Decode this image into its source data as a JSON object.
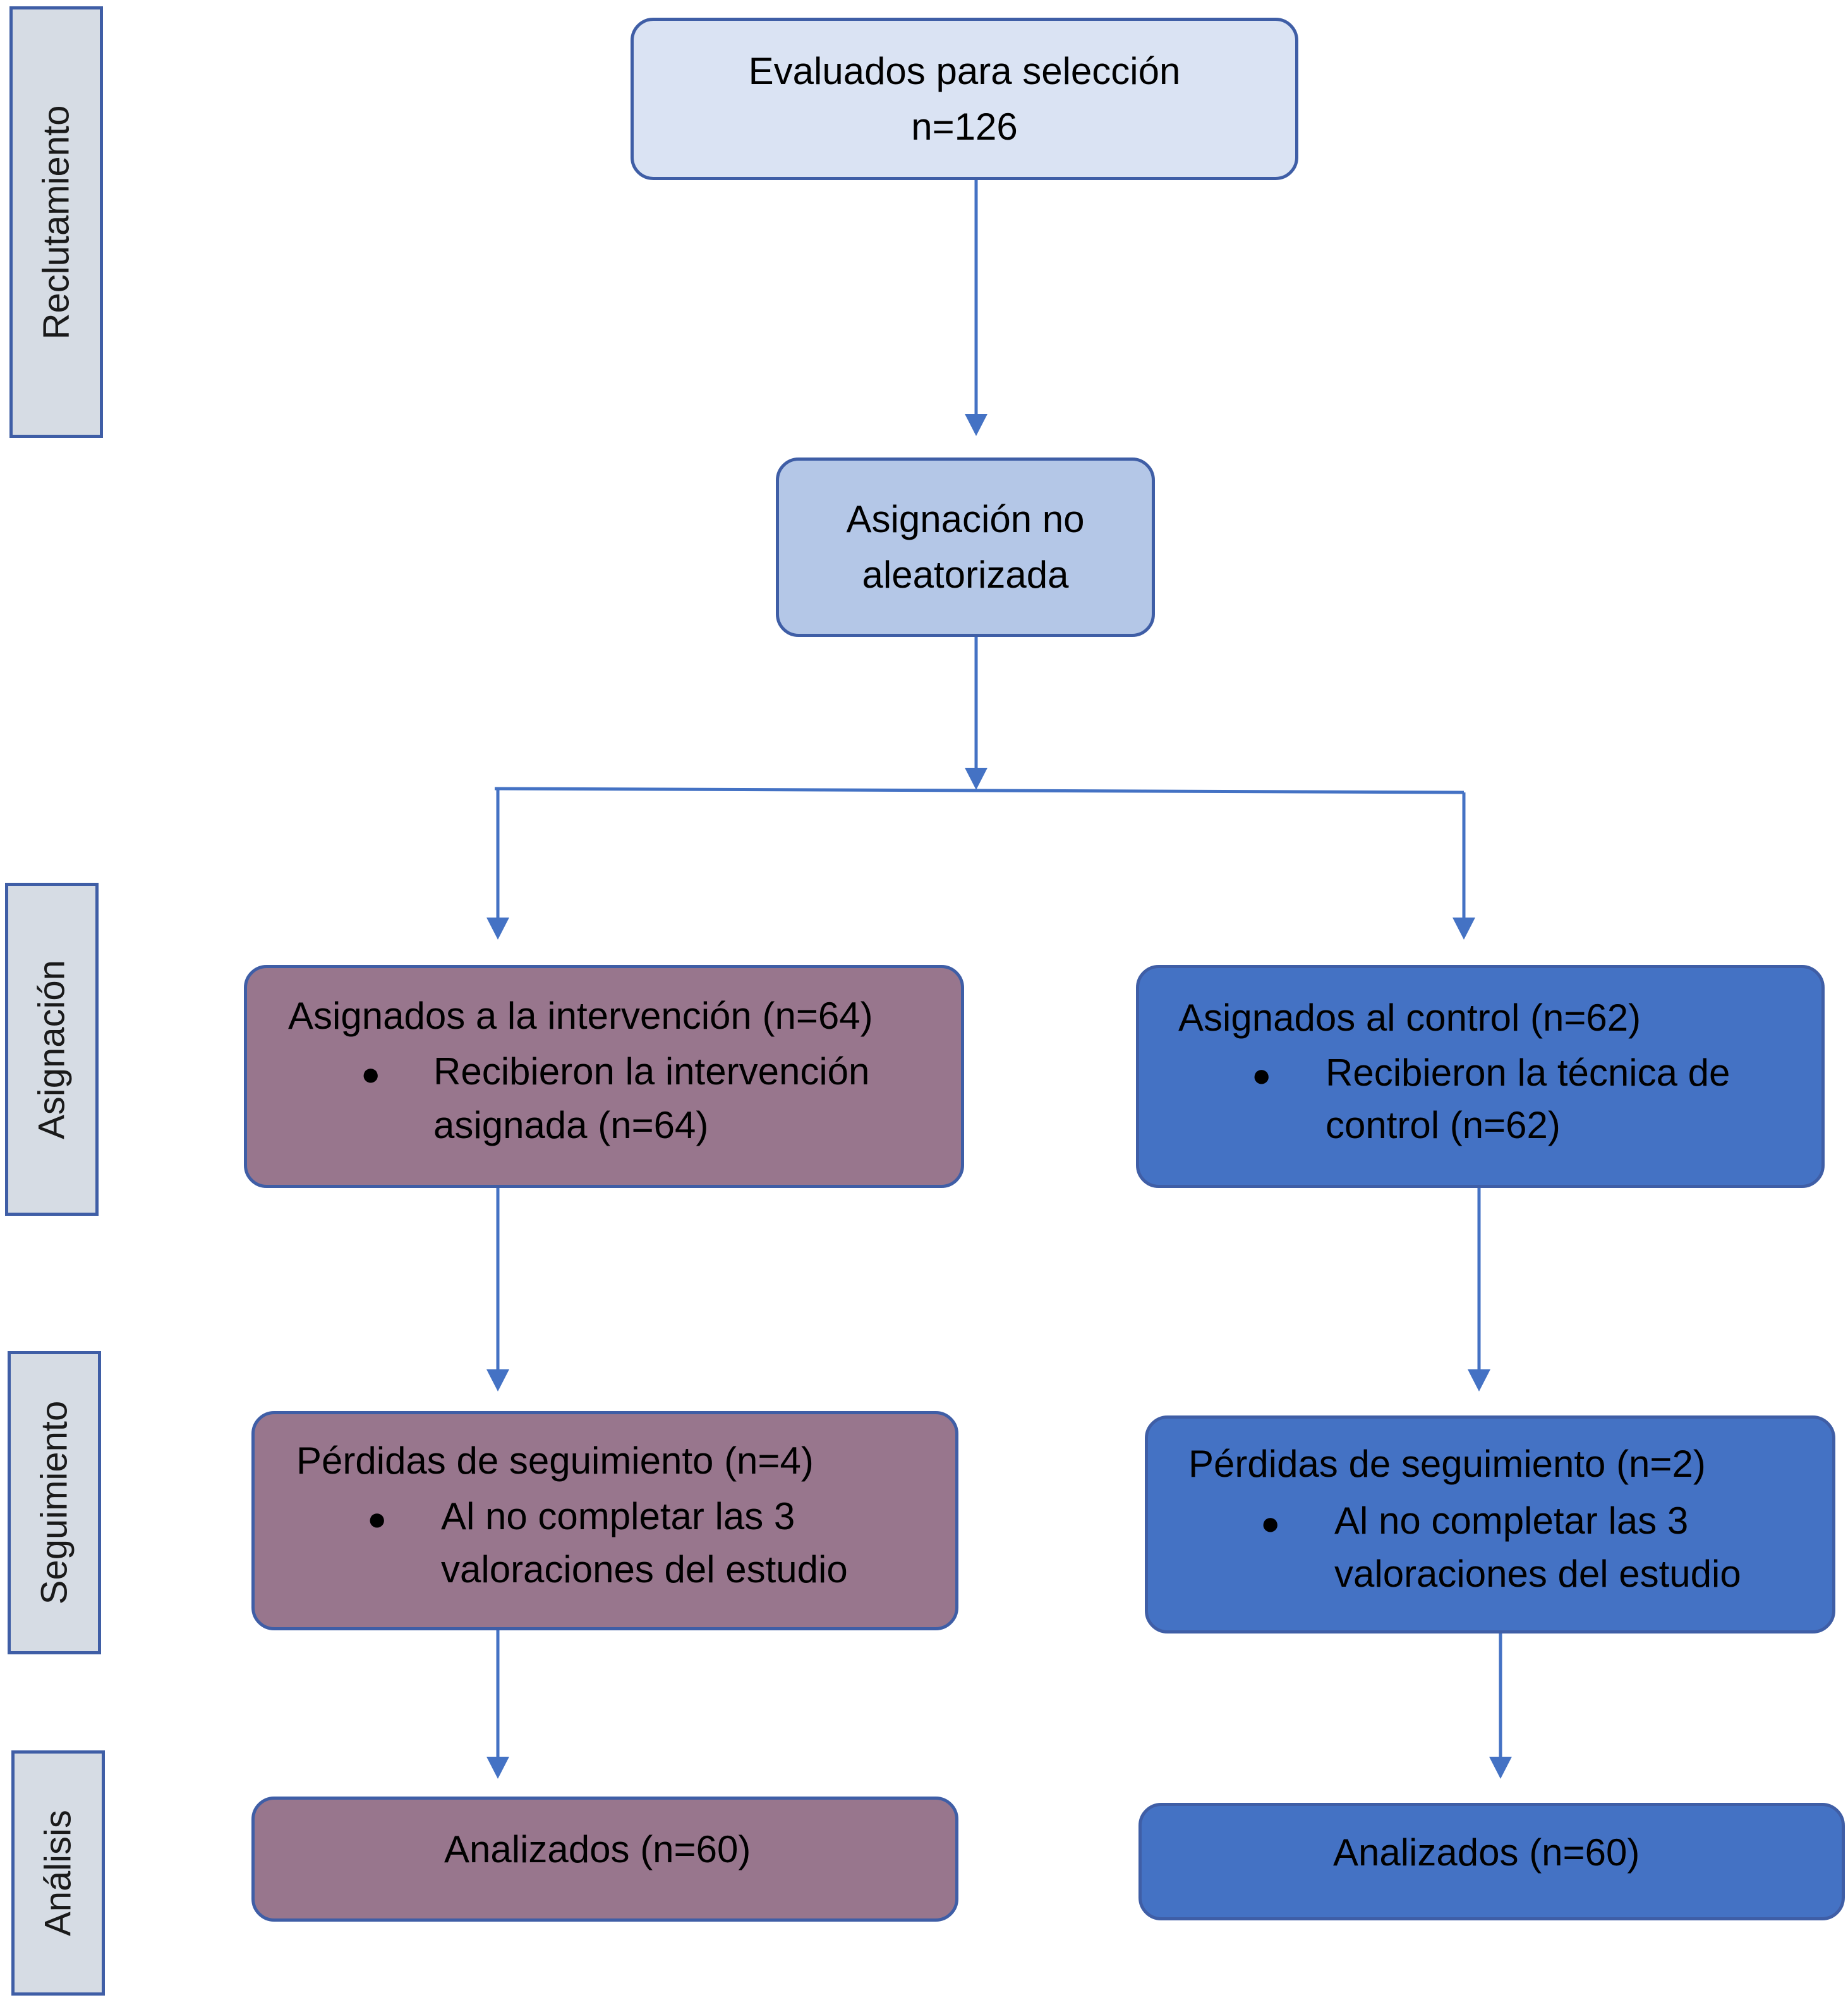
{
  "stages": {
    "recruitment": "Reclutamiento",
    "assignment": "Asignación",
    "followup": "Seguimiento",
    "analysis": "Análisis"
  },
  "screening": {
    "line1": "Evaluados para selección",
    "line2": "n=126"
  },
  "allocation": {
    "line1": "Asignación no",
    "line2": "aleatorizada"
  },
  "intervention": {
    "title": "Asignados a la intervención (n=64)",
    "bullet_line1": "Recibieron la intervención",
    "bullet_line2": "asignada (n=64)"
  },
  "control": {
    "title": "Asignados al control (n=62)",
    "bullet_line1": "Recibieron la técnica de",
    "bullet_line2": "control (n=62)"
  },
  "loss_intervention": {
    "title": "Pérdidas de seguimiento (n=4)",
    "bullet_line1": "Al no completar las 3",
    "bullet_line2": "valoraciones del estudio"
  },
  "loss_control": {
    "title": "Pérdidas de seguimiento (n=2)",
    "bullet_line1": "Al no completar las 3",
    "bullet_line2": "valoraciones del estudio"
  },
  "analyzed_intervention": "Analizados (n=60)",
  "analyzed_control": "Analizados (n=60)",
  "bullet_symbol": "●",
  "colors": {
    "border": "#3f5ea6",
    "connector": "#4472c4",
    "screening_fill": "#dae3f3",
    "allocation_fill": "#b4c7e7",
    "intervention_fill": "#98768d",
    "control_fill": "#4472c4",
    "stage_fill": "#d6dce4"
  }
}
